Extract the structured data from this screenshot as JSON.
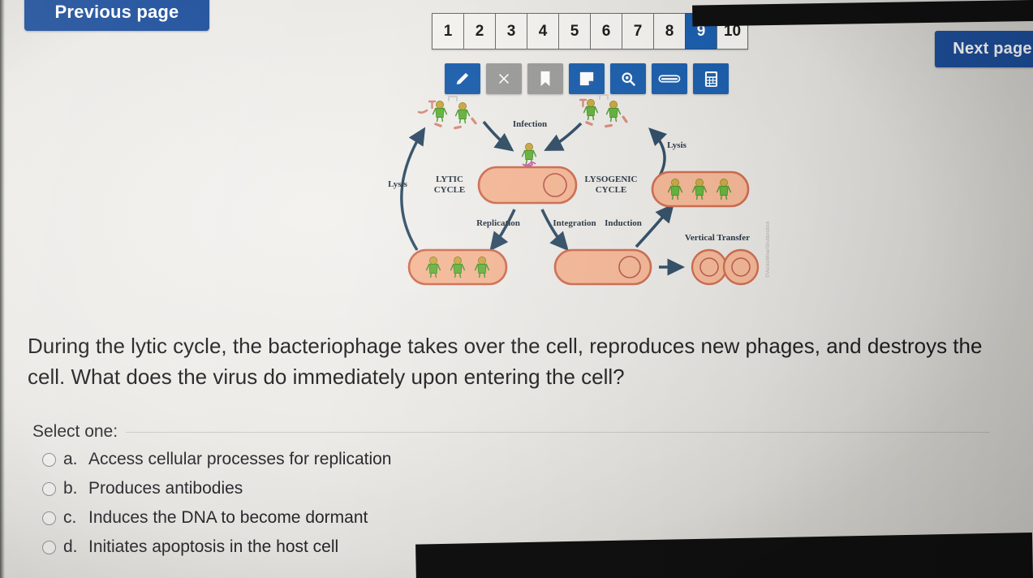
{
  "nav": {
    "previous_label": "Previous page",
    "next_label": "Next page",
    "accent_color": "#1d4f9c"
  },
  "pagination": {
    "pages": [
      "1",
      "2",
      "3",
      "4",
      "5",
      "6",
      "7",
      "8",
      "9",
      "10"
    ],
    "current": "9",
    "active_color": "#1a5ead"
  },
  "toolbar": {
    "items": [
      {
        "icon": "pencil-icon",
        "state": "blue"
      },
      {
        "icon": "close-x-icon",
        "state": "grey"
      },
      {
        "icon": "bookmark-icon",
        "state": "grey"
      },
      {
        "icon": "note-icon",
        "state": "blue"
      },
      {
        "icon": "magnifier-icon",
        "state": "blue"
      },
      {
        "icon": "highlighter-icon",
        "state": "blue"
      },
      {
        "icon": "calculator-icon",
        "state": "blue"
      }
    ]
  },
  "diagram": {
    "alt": "Lytic and lysogenic bacteriophage replication cycle diagram",
    "labels": {
      "infection": "Infection",
      "lysis_left": "Lysis",
      "lysis_right": "Lysis",
      "lytic_cycle": "LYTIC CYCLE",
      "lysogenic_cycle": "LYSOGENIC CYCLE",
      "replication": "Replication",
      "integration": "Integration",
      "induction": "Induction",
      "vertical_transfer": "Vertical Transfer"
    },
    "colors": {
      "arrow": "#2c4a63",
      "cell_fill": "#f6b795",
      "cell_stroke": "#cf6a4e",
      "phage_body": "#63b23a",
      "phage_head": "#c9a83f",
      "debris": "#d98a7a",
      "dna": "#c45fb0"
    }
  },
  "question": {
    "text": "During the lytic cycle, the bacteriophage takes over the cell, reproduces new phages, and destroys the cell. What does the virus do immediately upon entering the cell?"
  },
  "answers": {
    "prompt": "Select one:",
    "options": [
      {
        "letter": "a.",
        "text": "Access cellular processes for replication",
        "selected": false
      },
      {
        "letter": "b.",
        "text": "Produces antibodies",
        "selected": false
      },
      {
        "letter": "c.",
        "text": "Induces the DNA to become dormant",
        "selected": false
      },
      {
        "letter": "d.",
        "text": "Initiates apoptosis in the host cell",
        "selected": false
      }
    ]
  }
}
